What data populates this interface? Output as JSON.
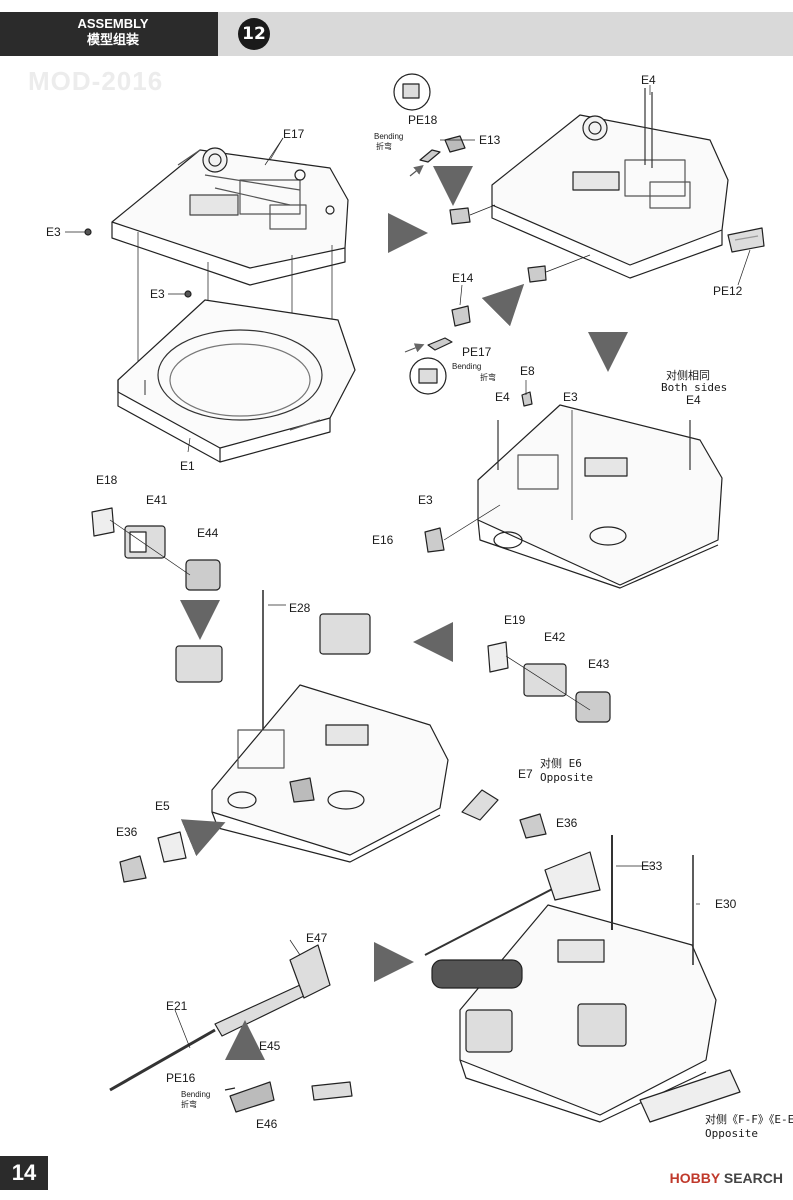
{
  "header": {
    "title_en": "ASSEMBLY",
    "title_cn": "模型组装",
    "step": "12"
  },
  "watermark": "MOD-2016",
  "parts": {
    "E17": "E17",
    "E3a": "E3",
    "E3b": "E3",
    "E1": "E1",
    "PE18": "PE18",
    "E13": "E13",
    "E4a": "E4",
    "PE12": "PE12",
    "E14": "E14",
    "PE17": "PE17",
    "E8": "E8",
    "E4b": "E4",
    "E3c": "E3",
    "E4c": "E4",
    "E3d": "E3",
    "E16": "E16",
    "E18": "E18",
    "E41": "E41",
    "E44": "E44",
    "E28": "E28",
    "E19": "E19",
    "E42": "E42",
    "E43": "E43",
    "E7": "E7",
    "E5": "E5",
    "E36a": "E36",
    "E36b": "E36",
    "E33": "E33",
    "E30": "E30",
    "E47": "E47",
    "E21": "E21",
    "E45": "E45",
    "PE16": "PE16",
    "E46": "E46"
  },
  "notes": {
    "bending_en": "Bending",
    "bending_cn": "折弯",
    "both_sides_cn": "对侧相同",
    "both_sides_en": "Both sides",
    "opposite_e6_cn": "对侧 E6",
    "opposite_en": "Opposite",
    "ff_ee": "对侧《F-F》《E-E》",
    "ff_ee_en": "Opposite"
  },
  "footer": {
    "page": "14",
    "brand_a": "HOBBY",
    "brand_b": "SEARCH"
  }
}
